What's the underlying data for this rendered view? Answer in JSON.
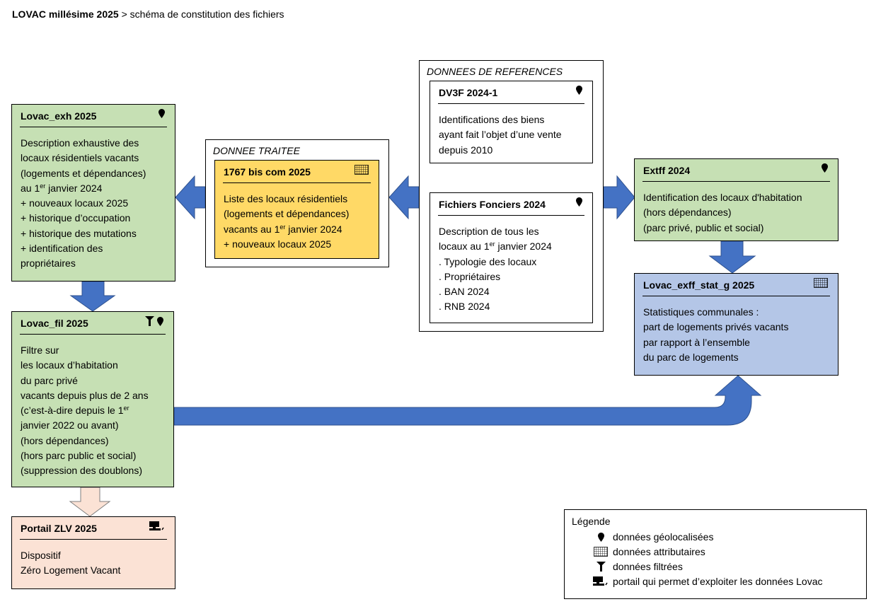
{
  "header": {
    "title_bold": "LOVAC millésime 2025",
    "title_rest": " > schéma de constitution des fichiers"
  },
  "groups": {
    "traitee": {
      "label": "DONNEE TRAITEE"
    },
    "references": {
      "label": "DONNEES DE REFERENCES"
    }
  },
  "boxes": {
    "exh": {
      "title": "Lovac_exh 2025",
      "icons": [
        "pin-icon"
      ],
      "lines": [
        "Description exhaustive des",
        "locaux résidentiels vacants",
        "(logements et dépendances)",
        "au 1|er| janvier 2024",
        "+ nouveaux locaux 2025",
        "+ historique d’occupation",
        "+ historique des mutations",
        "+ identification des",
        "propriétaires"
      ]
    },
    "fil": {
      "title": "Lovac_fil 2025",
      "icons": [
        "funnel-icon",
        "pin-icon"
      ],
      "lines": [
        "Filtre sur",
        "les locaux d’habitation",
        "du parc privé",
        "vacants depuis plus de 2 ans",
        "(c’est-à-dire depuis le 1|er|",
        "janvier 2022 ou avant)",
        "(hors dépendances)",
        "(hors parc public et social)",
        "(suppression des doublons)"
      ]
    },
    "zlv": {
      "title": "Portail ZLV 2025",
      "icons": [
        "portal-icon"
      ],
      "lines": [
        "Dispositif",
        "Zéro Logement Vacant"
      ]
    },
    "bis": {
      "title": "1767 bis com 2025",
      "icons": [
        "grid-icon"
      ],
      "lines": [
        "Liste des locaux résidentiels",
        "(logements et dépendances)",
        "vacants au 1|er| janvier 2024",
        "+ nouveaux locaux 2025"
      ]
    },
    "dv3f": {
      "title": "DV3F 2024-1",
      "icons": [
        "pin-icon"
      ],
      "lines": [
        "Identifications des biens",
        "ayant fait l’objet d’une vente",
        "depuis 2010"
      ]
    },
    "ff": {
      "title": "Fichiers Fonciers 2024",
      "icons": [
        "pin-icon"
      ],
      "lines": [
        "Description de tous les",
        "locaux au 1|er| janvier 2024",
        ". Typologie des locaux",
        ". Propriétaires",
        ". BAN 2024",
        ". RNB 2024"
      ]
    },
    "extff": {
      "title": "Extff 2024",
      "icons": [
        "pin-icon"
      ],
      "lines": [
        "Identification des locaux d'habitation",
        "(hors dépendances)",
        "(parc privé, public et social)"
      ]
    },
    "stat": {
      "title": "Lovac_exff_stat_g 2025",
      "icons": [
        "grid-icon"
      ],
      "lines": [
        "Statistiques communales :",
        "part de logements privés vacants",
        "par rapport à l’ensemble",
        "du parc de logements"
      ]
    }
  },
  "legend": {
    "title": "Légende",
    "items": [
      {
        "icon": "pin-icon",
        "label": "données géolocalisées"
      },
      {
        "icon": "grid-icon",
        "label": "données attributaires"
      },
      {
        "icon": "funnel-icon",
        "label": "données filtrées"
      },
      {
        "icon": "portal-icon",
        "label": "portail qui permet d’exploiter les données Lovac"
      }
    ]
  },
  "colors": {
    "arrow": "#4472c4",
    "green": "#c6e0b4",
    "blue": "#b4c6e7",
    "yellow": "#ffd966",
    "peach": "#fbe2d5"
  }
}
